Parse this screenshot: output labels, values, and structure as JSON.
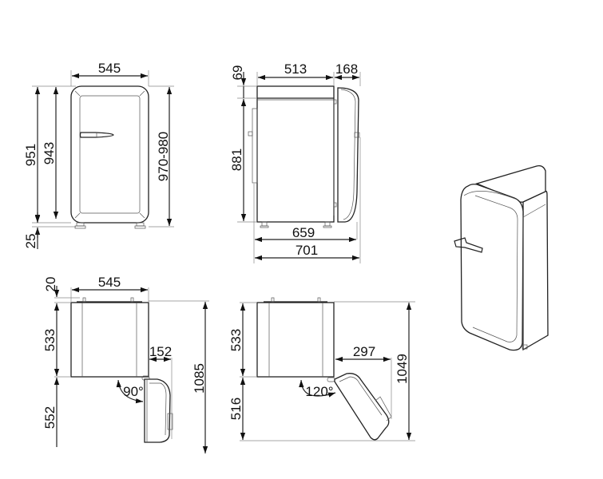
{
  "drawing": {
    "units": "mm",
    "front_view": {
      "width_label": "545",
      "height_total_label": "951",
      "height_body_label": "943",
      "height_adjustable_label": "970-980",
      "feet_label": "25"
    },
    "side_view": {
      "depth_body_label": "513",
      "door_depth_label": "168",
      "top_label": "69",
      "height_label": "881",
      "depth_with_door_label": "659",
      "depth_overall_label": "701"
    },
    "top_view_90": {
      "width_label": "545",
      "back_gap_label": "20",
      "depth_label": "533",
      "door_swing_label": "552",
      "door_offset_label": "152",
      "total_depth_label": "1085",
      "angle_label": "90°"
    },
    "top_view_120": {
      "depth_label": "533",
      "door_swing_label": "516",
      "door_offset_label": "297",
      "total_depth_label": "1049",
      "angle_label": "120°"
    },
    "perspective_view": {
      "description": "3D isometric view of refrigerator"
    }
  }
}
